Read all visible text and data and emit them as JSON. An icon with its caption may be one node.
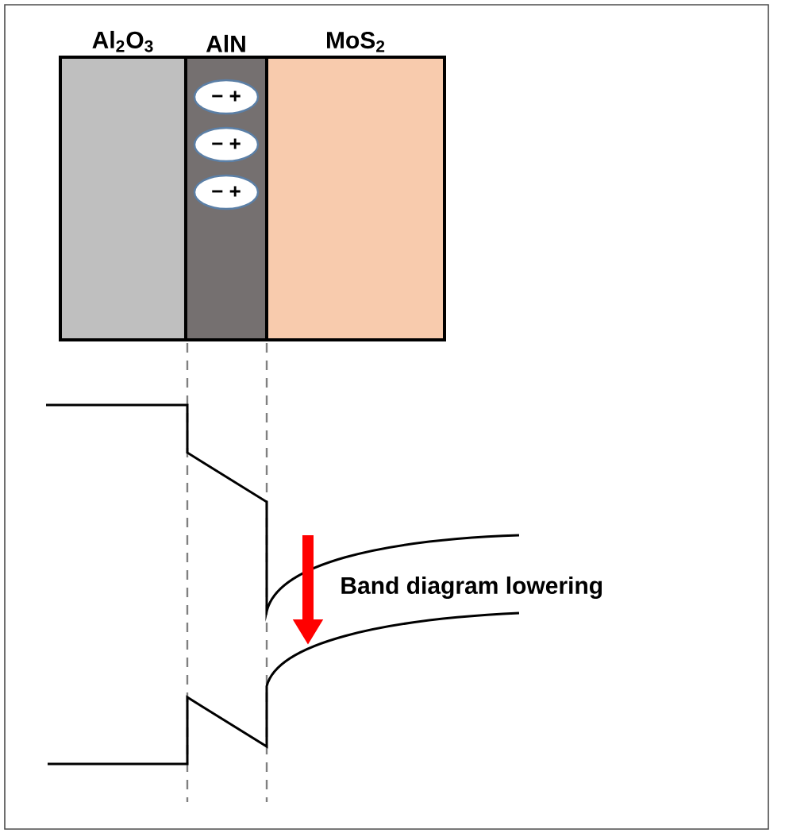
{
  "diagram": {
    "nodes": [
      {
        "text": [
          "Al$_{2}$O$_{3}$"
        ]
      },
      {
        "text": [
          "AlN"
        ]
      },
      {
        "text": [
          "MoS$_{2}$"
        ]
      },
      {
        "text": [
          "− +"
        ],
        "in": 1
      },
      {
        "text": [
          "− +"
        ],
        "in": 1
      },
      {
        "text": [
          "− +"
        ],
        "in": 1
      }
    ],
    "labels": [
      "Band diagram lowering"
    ]
  }
}
